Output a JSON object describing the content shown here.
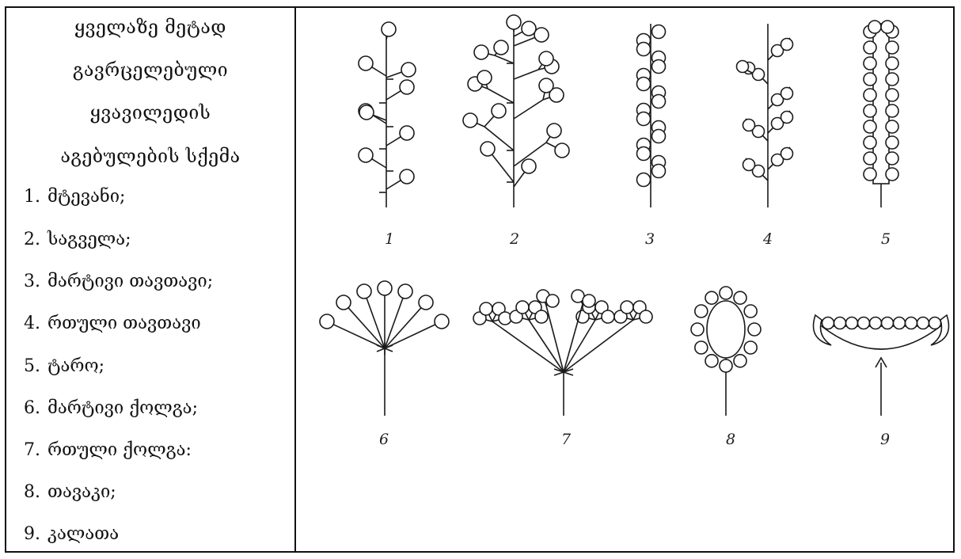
{
  "legend": {
    "title_lines": [
      "ყველაზე მეტად",
      "გავრცელებული",
      "ყვავილედის",
      "აგებულების სქემა"
    ],
    "items": [
      {
        "number": "1.",
        "label": "მტევანი;"
      },
      {
        "number": "2.",
        "label": "საგველა;"
      },
      {
        "number": "3.",
        "label": "მარტივი თავთავი;"
      },
      {
        "number": "4.",
        "label": "რთული თავთავი"
      },
      {
        "number": "5.",
        "label": "ტარო;"
      },
      {
        "number": "6.",
        "label": "მარტივი ქოლგა;"
      },
      {
        "number": "7.",
        "label": "რთული ქოლგა:"
      },
      {
        "number": "8.",
        "label": "თავაკი;"
      },
      {
        "number": "9.",
        "label": "კალათა"
      }
    ]
  },
  "figures": {
    "labels": [
      "1",
      "2",
      "3",
      "4",
      "5",
      "6",
      "7",
      "8",
      "9"
    ]
  }
}
